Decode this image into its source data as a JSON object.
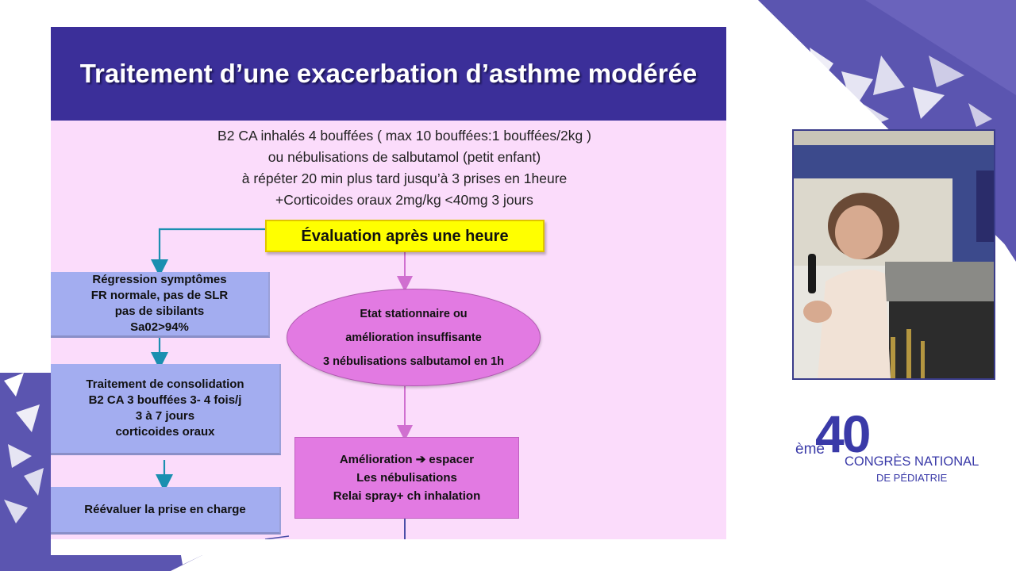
{
  "slide": {
    "title": "Traitement d’une exacerbation d’asthme modérée",
    "intro_lines": [
      "B2 CA inhalés 4  bouffées ( max 10 bouffées:1 bouffées/2kg )",
      "ou nébulisations de salbutamol (petit enfant)",
      "à répéter 20  min plus tard  jusqu’à 3 prises en 1heure",
      "+Corticoides oraux 2mg/kg  <40mg 3 jours"
    ]
  },
  "flowchart": {
    "evaluation": "Évaluation après une heure",
    "regression": [
      "Régression symptômes",
      "FR normale, pas de SLR",
      "pas de sibilants",
      "Sa02>94%"
    ],
    "consolidation": [
      "Traitement de consolidation",
      "B2 CA 3 bouffées 3- 4 fois/j",
      "3 à 7 jours",
      "corticoides oraux"
    ],
    "reevaluate": "Réévaluer la prise en charge",
    "stationary": [
      "Etat stationnaire ou",
      "amélioration insuffisante",
      "3 nébulisations salbutamol en 1h"
    ],
    "improvement": [
      "Amélioration ➔ espacer",
      "Les nébulisations",
      "Relai spray+ ch inhalation"
    ]
  },
  "congress_logo": {
    "ordinal_suffix": "ème",
    "number": "40",
    "line1": "CONGRÈS NATIONAL",
    "line2": "DE PÉDIATRIE"
  },
  "colors": {
    "title_band": "#3b2f99",
    "slide_background": "#fbdcfb",
    "blue_box": "#a3adf0",
    "yellow_box": "#ffff00",
    "magenta_box": "#e27ae2",
    "teal_arrow": "#1a8fb0",
    "pink_arrow": "#d070d0",
    "brand": "#4a48a8"
  }
}
